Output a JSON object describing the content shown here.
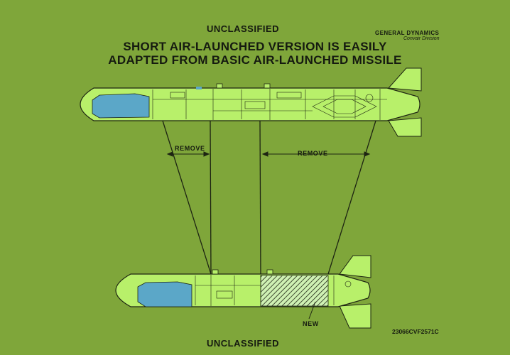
{
  "classification_top": "UNCLASSIFIED",
  "classification_bottom": "UNCLASSIFIED",
  "title_line_1": "SHORT AIR-LAUNCHED VERSION IS EASILY",
  "title_line_2": "ADAPTED FROM BASIC AIR-LAUNCHED MISSILE",
  "brand": "GENERAL DYNAMICS",
  "division": "Convair Division",
  "remove_label_1": "REMOVE",
  "remove_label_2": "REMOVE",
  "new_label": "NEW",
  "document_id": "23066CVF2571C",
  "colors": {
    "background": "#7fa63a",
    "missile_body": "#b8f06a",
    "new_section": "#cff1b4",
    "warhead_blue": "#5ba7c8",
    "line": "#1d2412"
  }
}
